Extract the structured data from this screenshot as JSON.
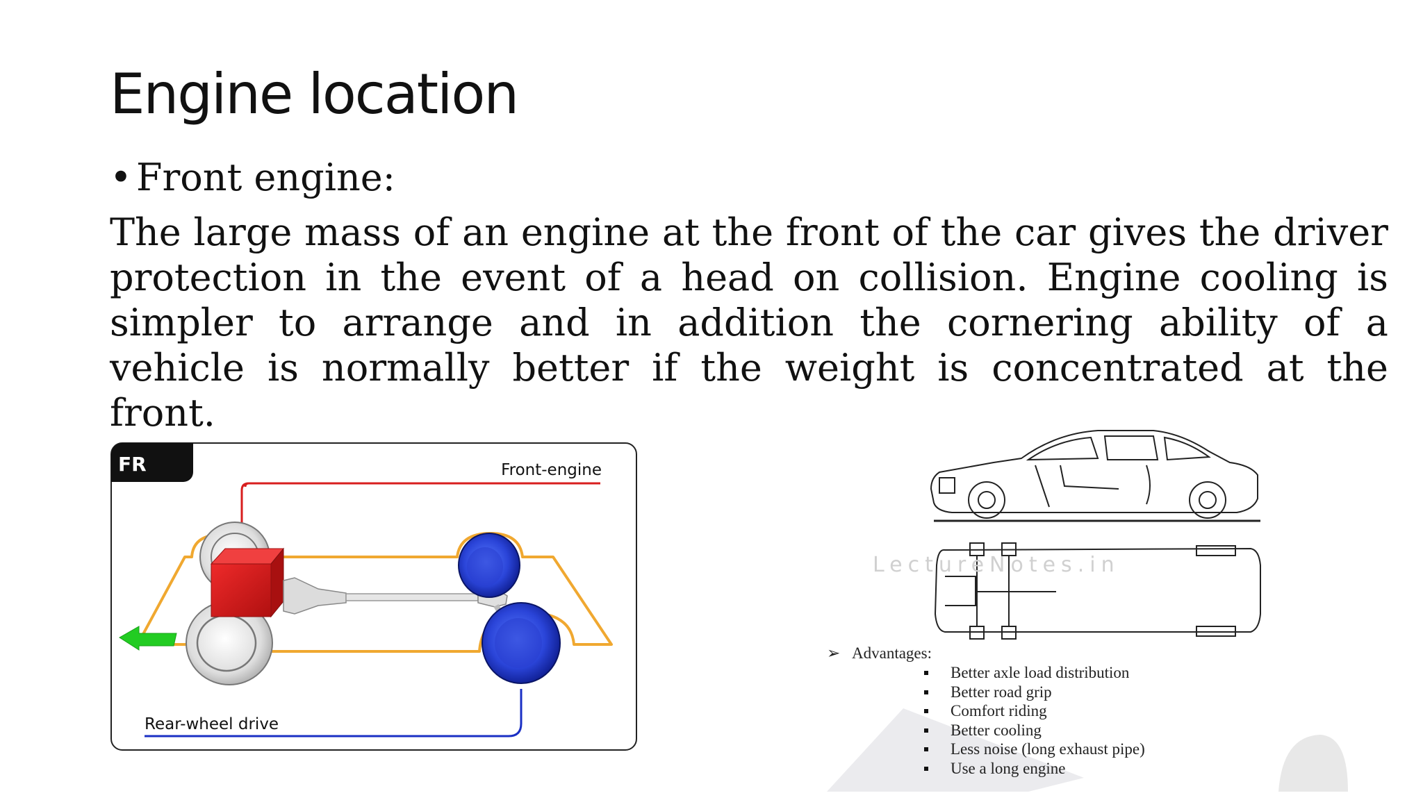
{
  "slide": {
    "title": "Engine location",
    "bullet": "Front engine:",
    "paragraph": "The large mass of an engine at the front of the car gives the driver protection in the event of a head on collision. Engine cooling is simpler to arrange and in addition the cornering ability of a vehicle is normally better if the weight is concentrated at the front."
  },
  "diagram": {
    "tag": "FR",
    "front_label": "Front-engine",
    "rear_label": "Rear-wheel drive",
    "colors": {
      "engine": "#d81e1e",
      "drive_wheels": "#1a2fc4",
      "frame": "#f0a830",
      "arrow": "#22cc22"
    }
  },
  "car_figure": {
    "watermark": "LectureNotes.in",
    "advantages_heading": "Advantages:",
    "advantages": [
      "Better axle load distribution",
      "Better road grip",
      "Comfort riding",
      "Better cooling",
      "Less noise (long exhaust pipe)",
      "Use a long engine"
    ]
  }
}
